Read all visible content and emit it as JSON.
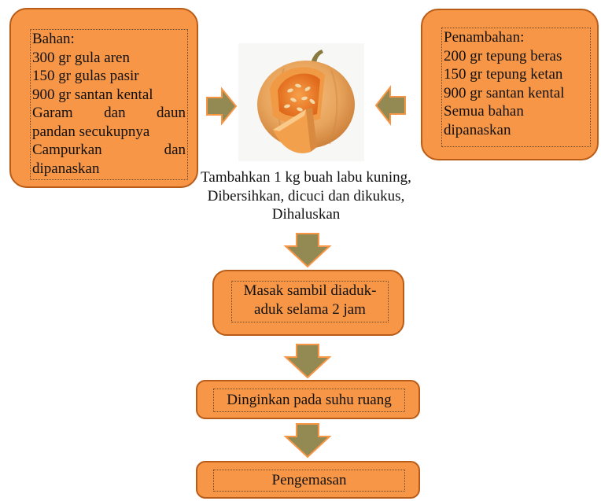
{
  "colors": {
    "box_fill": "#f79646",
    "box_border": "#b85c17",
    "arrow_fill": "#938953",
    "arrow_stroke": "#f79646"
  },
  "left_box": {
    "lines": [
      "Bahan:",
      "300 gr gula aren",
      "150 gr gulas pasir",
      "900 gr santan kental"
    ],
    "justified_1": [
      "Garam",
      "dan",
      "daun"
    ],
    "line_5": "pandan secukupnya",
    "justified_2": [
      "Campurkan",
      "dan"
    ],
    "line_7": "dipanaskan"
  },
  "right_box": {
    "lines": [
      "Penambahan:",
      "200 gr tepung beras",
      "150 gr tepung ketan",
      "900 gr santan kental",
      "Semua bahan",
      "dipanaskan"
    ]
  },
  "center_image": {
    "subject": "pumpkin-photo"
  },
  "caption": {
    "lines": [
      "Tambahkan 1 kg buah labu kuning,",
      "Dibersihkan, dicuci dan dikukus,",
      "Dihaluskan"
    ]
  },
  "steps": [
    {
      "lines": [
        "Masak sambil diaduk-",
        "aduk selama 2 jam"
      ]
    },
    {
      "lines": [
        "Dinginkan pada suhu ruang"
      ]
    },
    {
      "lines": [
        "Pengemasan"
      ]
    }
  ]
}
